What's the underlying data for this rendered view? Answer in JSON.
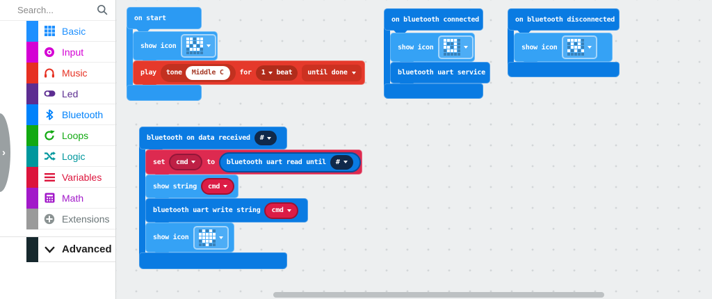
{
  "sidebar": {
    "search_placeholder": "Search...",
    "categories": [
      {
        "label": "Basic",
        "color": "#1E90FF",
        "icon": "grid-icon"
      },
      {
        "label": "Input",
        "color": "#D400D4",
        "icon": "input-circle-icon"
      },
      {
        "label": "Music",
        "color": "#E63022",
        "icon": "headphones-icon"
      },
      {
        "label": "Led",
        "color": "#5C2D91",
        "icon": "led-toggle-icon"
      },
      {
        "label": "Bluetooth",
        "color": "#0082FB",
        "icon": "bluetooth-icon"
      },
      {
        "label": "Loops",
        "color": "#12A912",
        "icon": "loop-arrow-icon"
      },
      {
        "label": "Logic",
        "color": "#00979D",
        "icon": "shuffle-icon"
      },
      {
        "label": "Variables",
        "color": "#DC143C",
        "icon": "bars-icon"
      },
      {
        "label": "Math",
        "color": "#A219C9",
        "icon": "calculator-icon"
      },
      {
        "label": "Extensions",
        "color": "#717171",
        "icon": "plus-circle-icon"
      }
    ],
    "advanced_label": "Advanced"
  },
  "workspace": {
    "on_start": {
      "title": "on start",
      "show_icon": "show icon",
      "play": {
        "kw_play": "play",
        "kw_tone": "tone",
        "note": "Middle C",
        "kw_for": "for",
        "beats": "1",
        "kw_beat": "beat",
        "mode": "until done"
      }
    },
    "on_connected": {
      "title": "on bluetooth connected",
      "show_icon": "show icon",
      "uart_service": "bluetooth uart service"
    },
    "on_disconnected": {
      "title": "on bluetooth disconnected",
      "show_icon": "show icon"
    },
    "on_data": {
      "title": "bluetooth on data received",
      "delimiter": "#",
      "set": {
        "kw_set": "set",
        "var": "cmd",
        "kw_to": "to",
        "read_until": "bluetooth uart read until",
        "delimiter": "#"
      },
      "show_string": {
        "label": "show string",
        "var": "cmd"
      },
      "uart_write": {
        "label": "bluetooth uart write string",
        "var": "cmd"
      },
      "show_icon": "show icon"
    }
  },
  "icons": {
    "start_pattern": [
      "11011",
      "11011",
      "10101",
      "01110",
      "00000"
    ],
    "connected_pattern": [
      "11110",
      "10010",
      "11010",
      "01110",
      "00000"
    ],
    "disconnected_pattern": [
      "11110",
      "01010",
      "01110",
      "10101",
      "00000"
    ],
    "heart_pattern": [
      "01010",
      "11111",
      "11111",
      "01110",
      "00100"
    ]
  },
  "colors": {
    "basic_block": "#35A2F5",
    "basic_hat": "#2B9AF3",
    "bluetooth_block": "#0A7BE2",
    "music_block": "#E5392B",
    "music_sub": "#C23120",
    "variables_block": "#DD2A50",
    "variable_pill": "#DC1C46",
    "dark_pill": "#10294A",
    "workspace_bg": "#EDEFF0",
    "scrollbar": "#BDC1C3",
    "handle": "#9AA0A2"
  }
}
